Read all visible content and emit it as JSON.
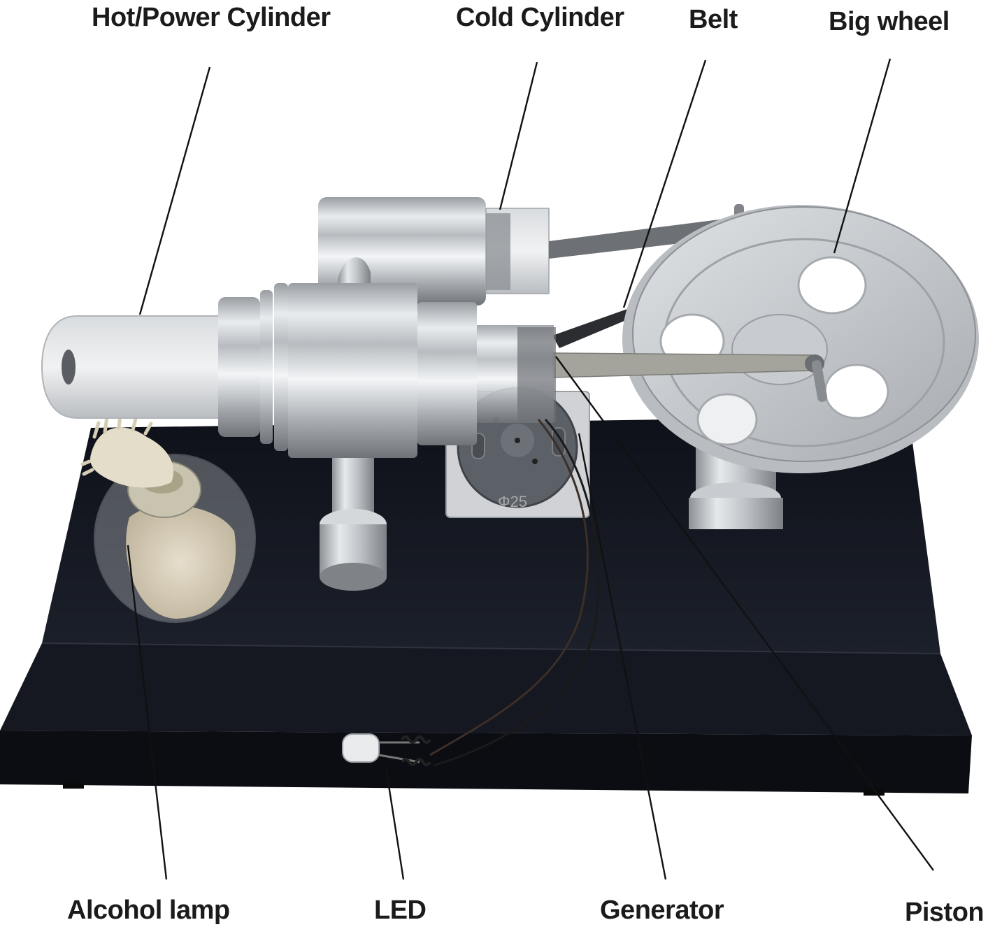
{
  "figure": {
    "subject": "Stirling engine model with generator and LED",
    "labels": {
      "hot_power_cylinder": "Hot/Power Cylinder",
      "cold_cylinder": "Cold Cylinder",
      "belt": "Belt",
      "big_wheel": "Big wheel",
      "alcohol_lamp": "Alcohol lamp",
      "led": "LED",
      "generator": "Generator",
      "piston": "Piston"
    },
    "generator_marking": "Φ25"
  }
}
